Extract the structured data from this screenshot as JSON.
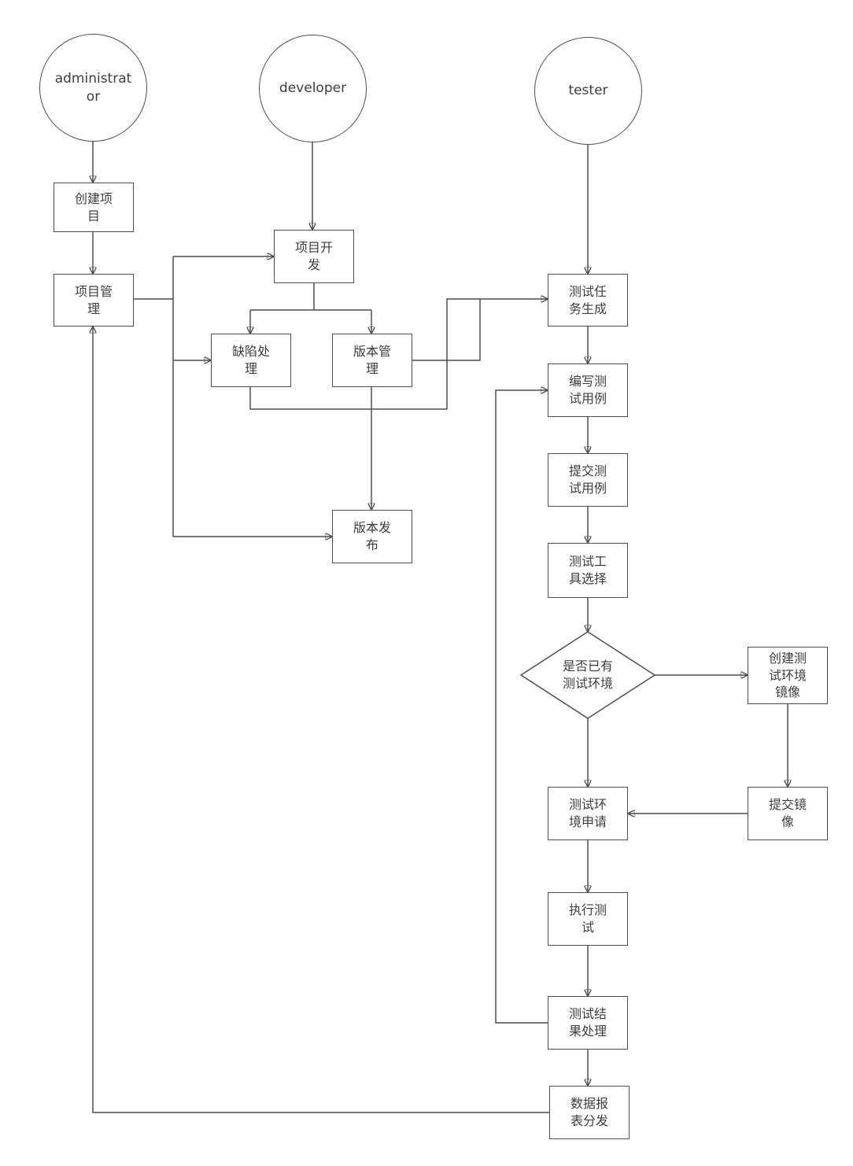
{
  "diagram": {
    "actors": {
      "administrator": {
        "label": "administrat\nor"
      },
      "developer": {
        "label": "developer"
      },
      "tester": {
        "label": "tester"
      }
    },
    "nodes": {
      "create_project": {
        "label": "创建项\n目"
      },
      "project_mgmt": {
        "label": "项目管\n理"
      },
      "project_dev": {
        "label": "项目开\n发"
      },
      "defect_handling": {
        "label": "缺陷处\n理"
      },
      "version_mgmt": {
        "label": "版本管\n理"
      },
      "version_release": {
        "label": "版本发\n布"
      },
      "test_task_gen": {
        "label": "测试任\n务生成"
      },
      "write_test_cases": {
        "label": "编写测\n试用例"
      },
      "submit_test_cases": {
        "label": "提交测\n试用例"
      },
      "test_tool_select": {
        "label": "测试工\n具选择"
      },
      "create_env_image": {
        "label": "创建测\n试环境\n镜像"
      },
      "submit_image": {
        "label": "提交镜\n像"
      },
      "test_env_apply": {
        "label": "测试环\n境申请"
      },
      "execute_test": {
        "label": "执行测\n试"
      },
      "test_result_proc": {
        "label": "测试结\n果处理"
      },
      "data_report_dist": {
        "label": "数据报\n表分发"
      }
    },
    "decisions": {
      "has_test_env": {
        "label": "是否已有\n测试环境"
      }
    },
    "colors": {
      "line": "#4d4d4d",
      "text": "#3d3d3d",
      "node_background": "#ffffff"
    }
  }
}
